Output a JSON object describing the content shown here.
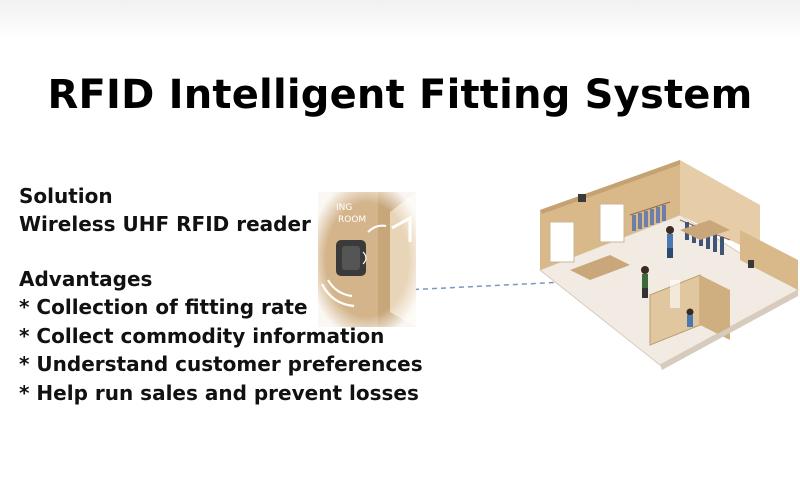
{
  "title": "RFID Intelligent Fitting System",
  "solution": {
    "heading": "Solution",
    "item": "Wireless UHF RFID reader"
  },
  "advantages": {
    "heading": "Advantages",
    "items": [
      "* Collection of fitting rate",
      "* Collect commodity information",
      "* Understand customer preferences",
      "* Help run sales and prevent losses"
    ]
  },
  "images": {
    "reader_photo": "rfid-reader-on-fitting-room-wall",
    "store": "clothing-store-isometric-illustration"
  },
  "colors": {
    "text": "#111111",
    "wall": "#d9b98a",
    "link_line": "#7f95c2"
  }
}
